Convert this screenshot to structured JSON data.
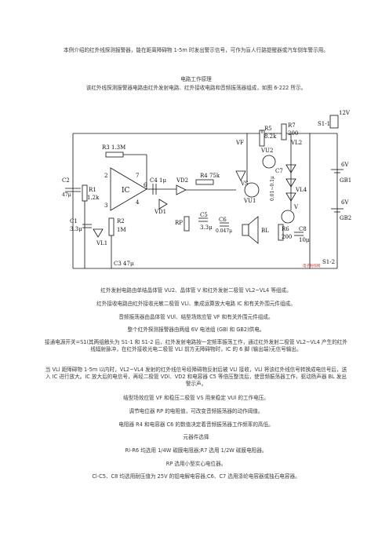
{
  "intro": "本例介绍的红外线探测报警器，能在距离障碍物 1-5m 时发出警示信号，可作为盲人行路提醒器或汽车倒车警示用。",
  "heading_principle": "电路工作原理",
  "principle": "该红外线探测报警器电路由红外发射电路、红外接收电路和音频振荡器组成，如图 6-222 所示。",
  "circuit_labels": {
    "r3": "R3 1.3M",
    "c2": "C2",
    "c2v": "47μ",
    "r1": "R1",
    "r1v": "1.2k",
    "c1": "C1",
    "c1v": "3.3μ",
    "r2": "R2",
    "r2v": "1M",
    "vl1": "VL1",
    "c3": "C3 47μ",
    "ic": "IC",
    "c4": "C4 1μ",
    "vd1": "VD1",
    "vd2": "VD2",
    "rp": "RP",
    "c5": "C5",
    "c5v": "3.3μ",
    "r4": "R4 75k",
    "c6": "C6",
    "c6v": "0.047μ",
    "vu1": "VU1",
    "vs": "VS",
    "bl": "BL",
    "vf": "VF",
    "r5": "R5",
    "r5v": "8.2k",
    "vu2": "VU2",
    "c7": "C7",
    "c7v": "0.01~0.1μ",
    "r7": "R7",
    "r7v": "200",
    "vl2": "VL2",
    "vl4": "VL4",
    "v": "V",
    "r6": "R6",
    "r6v": "200",
    "c8": "C8",
    "c8v": "10μ",
    "s11": "S1-1",
    "s12": "S1-2",
    "v12": "12V",
    "gb1": "6V",
    "gb1n": "GB1",
    "gb2": "6V",
    "gb2n": "GB2",
    "pin2": "2",
    "pin3": "3",
    "pin6": "6",
    "pin7": "7",
    "pin4": "4"
  },
  "logo_text": "电子制作网",
  "lines": [
    "红外发射电路由单结晶体管 VU2、晶体管 V 和红外发射二极管 VL2~VL4 等组成。",
    "红外接收电路由红外接收光敏二极管 VLl、集成运算放大电路 IC 和有关外围元件组成。",
    "音频振荡器由晶体管 VUl、结型场效应管 VF 和有关外围元件组成。",
    "整个红外探测报警器由两组 6V 电池组 (GBl 和 GB2)供电。"
  ],
  "para_operation": "接通电源开关=S1(其两组触头为 S1-1 和 S1-2 后，红外发射电路按一定频率振荡工作，通过红外发射二极管 VL2~VL4 产生的红外线辐射脉冲，在红外接收光电二极管 VLl 前方无障碍物时，IC 的 6 脚 (输出端)无信号输出。",
  "para_detect": "当 VLl 距障碍物 1-5m 以内时，VL2~VL4 发射的红外线信号经障碍物反射后被 VLl 接收，VLl 将该红外线信号转换成电信号后，送入 IC 进行放大。IC 放大后的电信号，再经二极管 VDl、VD2 和电容器 C5 等倍压整流后，使音频振荡器工作，驱动扬声器 BL 发出警示声。",
  "lines_b": [
    "结型场效应管 VF 和稳压二极管 VS 用来稳定 VUl 的工作电压。",
    "调节电位器 RP 的电阻值，可改变音频振荡器的动作阈值。",
    "电阻器 R4 和电容器 C6 的数值决定着音频振荡器工作频率的高低。"
  ],
  "heading_parts": "元器件选择",
  "parts": [
    "Rl-R6 均选用 1/4W 碳膜电阻器;R7 选用 1/2W 碳膜电阻器。",
    "RP 选用小型实心电位器。",
    "Cl-C5、C8 均选用耐压值为 25V 的铝电解电容器;C6、C7 选用涤纶电容器或独石电容器。"
  ]
}
